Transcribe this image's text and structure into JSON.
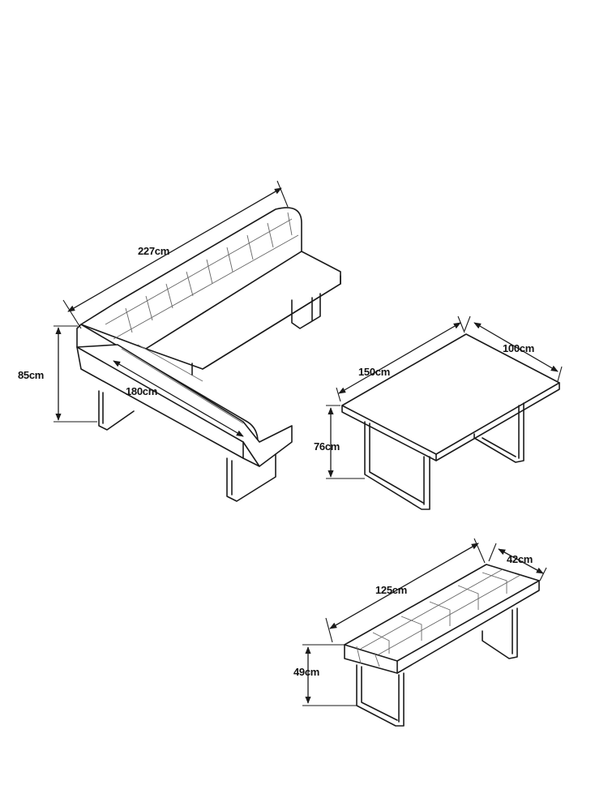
{
  "dimensions": {
    "sofa_back_length": "227cm",
    "sofa_height": "85cm",
    "sofa_seat_length": "180cm",
    "table_length": "150cm",
    "table_width": "100cm",
    "table_height": "76cm",
    "bench_length": "125cm",
    "bench_depth": "42cm",
    "bench_height": "49cm"
  },
  "colors": {
    "line": "#1a1a1a",
    "background": "#ffffff"
  }
}
